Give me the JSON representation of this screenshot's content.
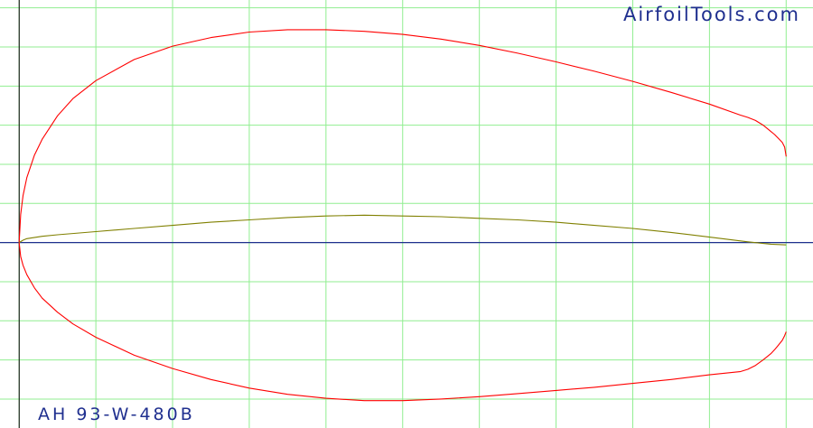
{
  "watermark": "AirfoilTools.com",
  "chart_data": {
    "type": "line",
    "title": "AH 93-W-480B",
    "xlabel": "",
    "ylabel": "",
    "xlim": [
      -0.025,
      1.035
    ],
    "ylim": [
      -0.237,
      0.31
    ],
    "grid": true,
    "grid_x_step": 0.1,
    "grid_y_step": 0.05,
    "axis_color": "#1f2f8f",
    "grid_color": "#90ee90",
    "series": [
      {
        "color": "#ff0000",
        "x": [
          1.0,
          0.998,
          0.995,
          0.99,
          0.985,
          0.98,
          0.97,
          0.96,
          0.95,
          0.94,
          0.9,
          0.85,
          0.8,
          0.75,
          0.7,
          0.65,
          0.6,
          0.55,
          0.5,
          0.45,
          0.4,
          0.35,
          0.3,
          0.25,
          0.2,
          0.15,
          0.1,
          0.07,
          0.05,
          0.03,
          0.02,
          0.01,
          0.005,
          0.002,
          0.0
        ],
        "y": [
          0.11,
          0.122,
          0.128,
          0.133,
          0.138,
          0.142,
          0.15,
          0.156,
          0.16,
          0.163,
          0.177,
          0.192,
          0.206,
          0.219,
          0.231,
          0.242,
          0.252,
          0.26,
          0.266,
          0.27,
          0.272,
          0.272,
          0.269,
          0.262,
          0.251,
          0.234,
          0.207,
          0.184,
          0.162,
          0.132,
          0.112,
          0.083,
          0.06,
          0.036,
          0.0
        ]
      },
      {
        "color": "#ff0000",
        "x": [
          0.0,
          0.002,
          0.005,
          0.01,
          0.02,
          0.03,
          0.05,
          0.07,
          0.1,
          0.15,
          0.2,
          0.25,
          0.3,
          0.35,
          0.4,
          0.45,
          0.5,
          0.55,
          0.6,
          0.65,
          0.7,
          0.75,
          0.8,
          0.85,
          0.9,
          0.94,
          0.95,
          0.96,
          0.97,
          0.98,
          0.985,
          0.99,
          0.995,
          0.998,
          1.0
        ],
        "y": [
          0.0,
          -0.018,
          -0.029,
          -0.041,
          -0.058,
          -0.071,
          -0.089,
          -0.104,
          -0.121,
          -0.144,
          -0.161,
          -0.175,
          -0.186,
          -0.194,
          -0.199,
          -0.202,
          -0.202,
          -0.2,
          -0.197,
          -0.193,
          -0.189,
          -0.185,
          -0.18,
          -0.175,
          -0.169,
          -0.165,
          -0.162,
          -0.157,
          -0.15,
          -0.142,
          -0.137,
          -0.131,
          -0.125,
          -0.119,
          -0.114
        ]
      },
      {
        "color": "#808000",
        "x": [
          0.0,
          0.005,
          0.01,
          0.03,
          0.05,
          0.1,
          0.15,
          0.2,
          0.25,
          0.3,
          0.35,
          0.4,
          0.45,
          0.5,
          0.55,
          0.6,
          0.65,
          0.7,
          0.75,
          0.8,
          0.85,
          0.9,
          0.95,
          0.98,
          1.0
        ],
        "y": [
          0.0,
          0.003,
          0.005,
          0.008,
          0.01,
          0.014,
          0.018,
          0.022,
          0.026,
          0.029,
          0.032,
          0.034,
          0.035,
          0.034,
          0.033,
          0.031,
          0.029,
          0.026,
          0.022,
          0.018,
          0.013,
          0.007,
          0.001,
          -0.002,
          -0.003
        ]
      }
    ]
  }
}
